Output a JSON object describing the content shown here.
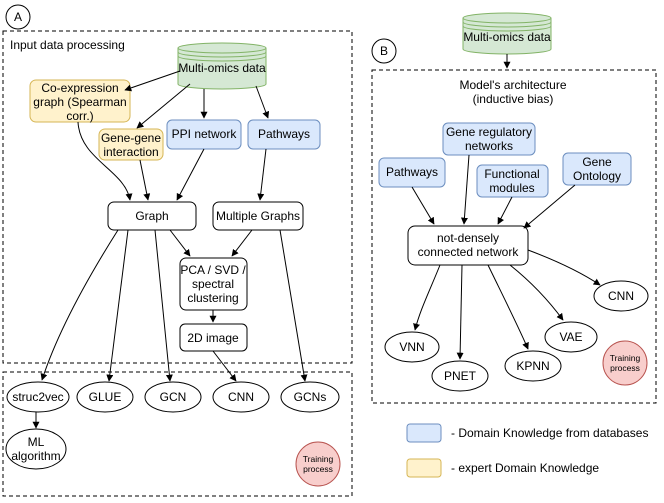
{
  "panel_a": {
    "letter": "A",
    "section_title": "Input data processing",
    "source": "Multi-omics data",
    "coexpr": [
      "Co-expression",
      "graph (Spearman",
      "corr.)"
    ],
    "genegene": [
      "Gene-gene",
      "interaction"
    ],
    "ppi": "PPI network",
    "pathways": "Pathways",
    "graph": "Graph",
    "multiple_graphs": "Multiple Graphs",
    "pca": [
      "PCA / SVD /",
      "spectral",
      "clustering"
    ],
    "image2d": "2D image",
    "struc2vec": "struc2vec",
    "glue": "GLUE",
    "gcn": "GCN",
    "cnn": "CNN",
    "gcns": "GCNs",
    "ml": [
      "ML",
      "algorithm"
    ],
    "training": [
      "Training",
      "process"
    ]
  },
  "panel_b": {
    "letter": "B",
    "source": "Multi-omics data",
    "section_title": [
      "Model's architecture",
      "(inductive bias)"
    ],
    "pathways": "Pathways",
    "grn": [
      "Gene regulatory",
      "networks"
    ],
    "functional": [
      "Functional",
      "modules"
    ],
    "ontology": [
      "Gene",
      "Ontology"
    ],
    "network": [
      "not-densely",
      "connected network"
    ],
    "vnn": "VNN",
    "pnet": "PNET",
    "kpnn": "KPNN",
    "vae": "VAE",
    "cnn": "CNN",
    "training": [
      "Training",
      "process"
    ]
  },
  "legend": {
    "db": "- Domain Knowledge from databases",
    "expert": "- expert Domain Knowledge"
  },
  "colors": {
    "db_fill": "#dae8fc",
    "db_stroke": "#6c8ebf",
    "expert_fill": "#fff2cc",
    "expert_stroke": "#d6b656",
    "green_fill": "#d5e8d4",
    "green_stroke": "#82b366",
    "red_fill": "#f8cecc",
    "red_stroke": "#b85450"
  }
}
